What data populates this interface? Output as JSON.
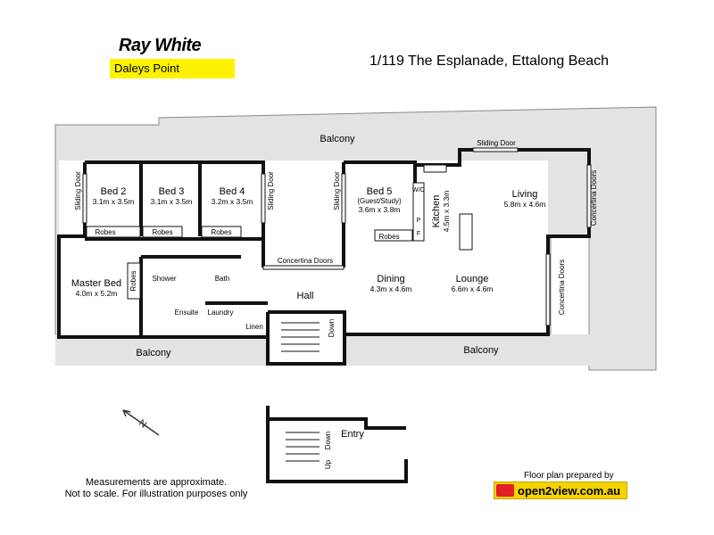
{
  "brand": {
    "name": "Ray White",
    "branch": "Daleys Point"
  },
  "address": "1/119 The Esplanade, Ettalong Beach",
  "rooms": {
    "bed2": {
      "name": "Bed 2",
      "dim": "3.1m x 3.5m"
    },
    "bed3": {
      "name": "Bed 3",
      "dim": "3.1m x 3.5m"
    },
    "bed4": {
      "name": "Bed 4",
      "dim": "3.2m x 3.5m"
    },
    "bed5": {
      "name": "Bed 5",
      "sub": "(Guest/Study)",
      "dim": "3.6m x 3.8m"
    },
    "kitchen": {
      "name": "Kitchen",
      "dim": "4.5m x 3.3m"
    },
    "living": {
      "name": "Living",
      "dim": "5.8m x 4.6m"
    },
    "master": {
      "name": "Master Bed",
      "dim": "4.0m x 5.2m"
    },
    "dining": {
      "name": "Dining",
      "dim": "4.3m x 4.6m"
    },
    "lounge": {
      "name": "Lounge",
      "dim": "6.6m x 4.6m"
    }
  },
  "labels": {
    "balcony": "Balcony",
    "sliding_door": "Sliding Door",
    "concertina_doors": "Concertina Doors",
    "robes": "Robes",
    "shower": "Shower",
    "bath": "Bath",
    "ensuite": "Ensuite",
    "laundry": "Laundry",
    "linen": "Linen",
    "hall": "Hall",
    "down": "Down",
    "up": "Up",
    "entry": "Entry",
    "wo": "W/O",
    "p": "P",
    "f": "F"
  },
  "disclaimer": [
    "Measurements are approximate.",
    "Not to scale.  For illustration purposes only"
  ],
  "prepared_by": "Floor plan prepared by",
  "provider": "open2view.com.au",
  "colors": {
    "highlight": "#fff200",
    "balcony": "#e3e3e3",
    "wall": "#111111",
    "provider_bg": "#f4d300"
  }
}
